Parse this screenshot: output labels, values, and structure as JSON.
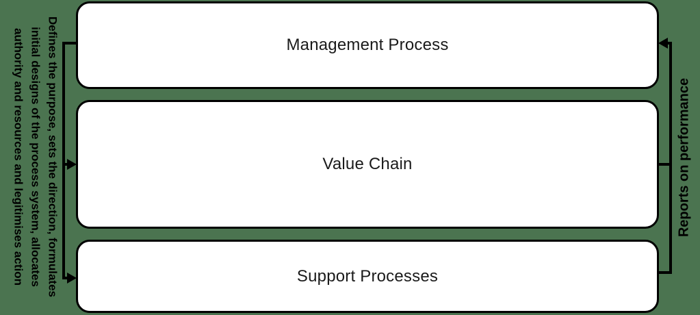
{
  "diagram": {
    "boxes": [
      {
        "label": "Management Process"
      },
      {
        "label": "Value Chain"
      },
      {
        "label": "Support Processes"
      }
    ],
    "left_annotation": {
      "lines": [
        "Defines the purpose, sets the direction, formulates",
        "initial designs of the process system, allocates",
        "authority and resources and legitimises action"
      ]
    },
    "right_annotation": {
      "text": "Reports on performance"
    },
    "colors": {
      "background": "#4b7450",
      "box_fill": "#ffffff",
      "line": "#000000",
      "text": "#1a1a1a"
    }
  }
}
